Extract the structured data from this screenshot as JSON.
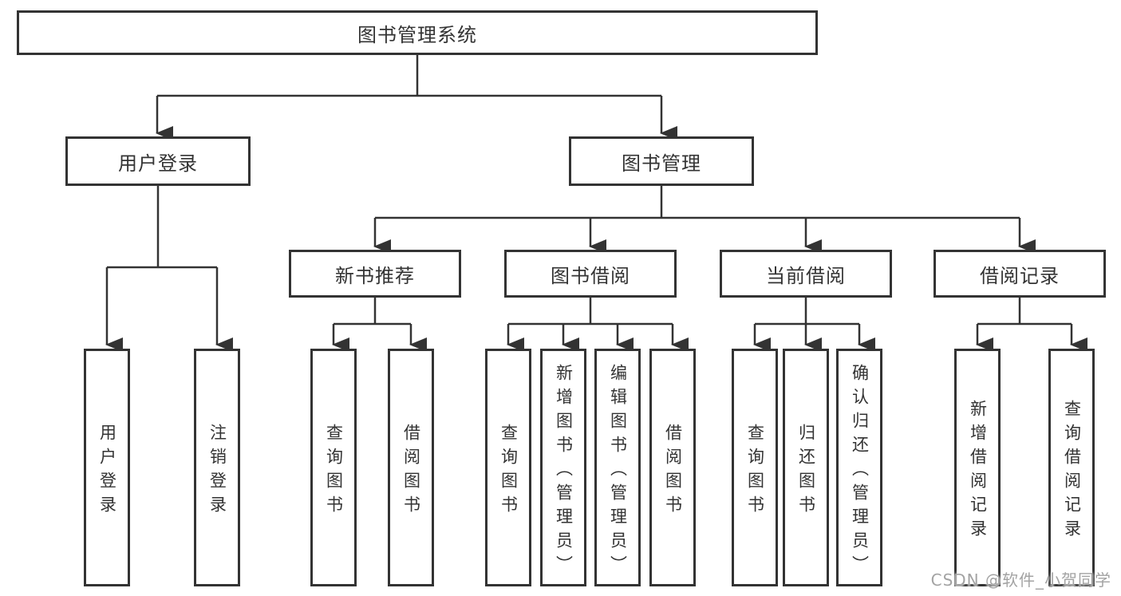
{
  "tree": {
    "root": "图书管理系统",
    "branches": [
      {
        "label": "用户登录",
        "children": [
          {
            "label": "用户登录"
          },
          {
            "label": "注销登录"
          }
        ]
      },
      {
        "label": "图书管理",
        "children": [
          {
            "label": "新书推荐",
            "children": [
              {
                "label": "查询图书"
              },
              {
                "label": "借阅图书"
              }
            ]
          },
          {
            "label": "图书借阅",
            "children": [
              {
                "label": "查询图书"
              },
              {
                "label": "新增图书（管理员）"
              },
              {
                "label": "编辑图书（管理员）"
              },
              {
                "label": "借阅图书"
              }
            ]
          },
          {
            "label": "当前借阅",
            "children": [
              {
                "label": "查询图书"
              },
              {
                "label": "归还图书"
              },
              {
                "label": "确认归还（管理员）"
              }
            ]
          },
          {
            "label": "借阅记录",
            "children": [
              {
                "label": "新增借阅记录"
              },
              {
                "label": "查询借阅记录"
              }
            ]
          }
        ]
      }
    ]
  },
  "watermark": {
    "text": "CSDN @软件_小贺同学"
  },
  "colors": {
    "line": "#333333",
    "border": "#333333",
    "text": "#333333",
    "background": "#ffffff",
    "watermark": "#a3a3a3"
  }
}
